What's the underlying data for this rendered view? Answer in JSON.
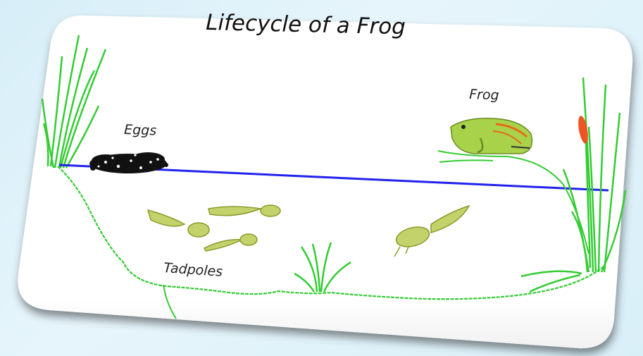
{
  "diagram": {
    "title": "Lifecycle of a Frog",
    "stages": {
      "eggs": "Eggs",
      "tadpoles": "Tadpoles",
      "frog": "Frog"
    }
  },
  "colors": {
    "water_line": "#2222ee",
    "plant_green": "#33cc33",
    "tadpole_fill": "#c3d26a",
    "tadpole_stroke": "#8a9a2a",
    "frog_body": "#a8d24a",
    "frog_stripe": "#e86a1a",
    "cattail": "#ee5522",
    "eggs": "#111111",
    "card_bg": "#ffffff"
  }
}
